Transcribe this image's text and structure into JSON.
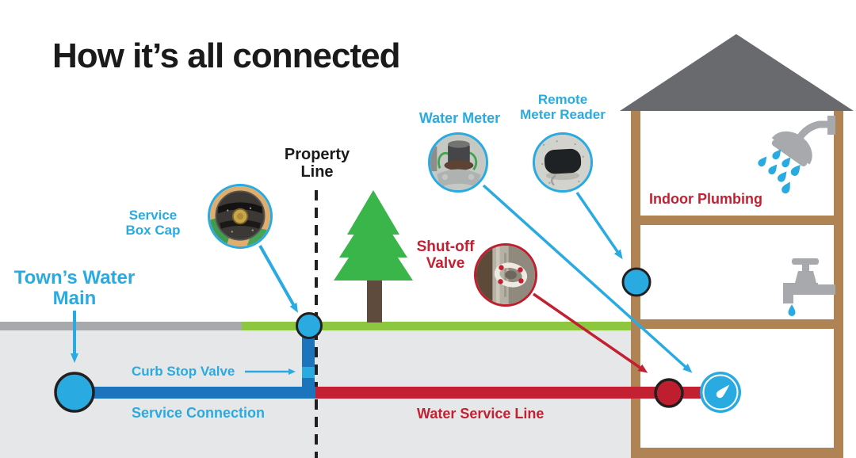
{
  "title": "How it’s all connected",
  "labels": {
    "towns_water_main": {
      "line1": "Town’s Water",
      "line2": "Main"
    },
    "service_box_cap": {
      "line1": "Service",
      "line2": "Box Cap"
    },
    "property_line": {
      "line1": "Property",
      "line2": "Line"
    },
    "curb_stop_valve": "Curb Stop Valve",
    "service_connection": "Service Connection",
    "water_service_line": "Water Service Line",
    "water_meter": "Water Meter",
    "remote_meter_reader": {
      "line1": "Remote",
      "line2": "Meter Reader"
    },
    "shut_off_valve": {
      "line1": "Shut-off",
      "line2": "Valve"
    },
    "indoor_plumbing": "Indoor Plumbing"
  },
  "colors": {
    "accent_cyan": "#29ABE2",
    "pipe_blue": "#1C75BC",
    "pipe_red": "#C32032",
    "valve_red": "#BE1E2D",
    "grass_green": "#8DC63F",
    "tree_green": "#39B54A",
    "trunk_brown": "#5E4B3C",
    "road_gray": "#A7A9AC",
    "underground_gray": "#E6E7E8",
    "roof_gray": "#696A6D",
    "wood_brown": "#AF8354",
    "fixture_gray": "#A7A9AC",
    "text_black": "#1A1A1A"
  },
  "icons": {
    "tree": "pine-tree-icon",
    "shower": "shower-head-icon",
    "faucet": "faucet-icon",
    "water_drop": "water-drop-icon",
    "meter_dial": "meter-dial-icon",
    "arrows": "callout-arrow-icon"
  }
}
